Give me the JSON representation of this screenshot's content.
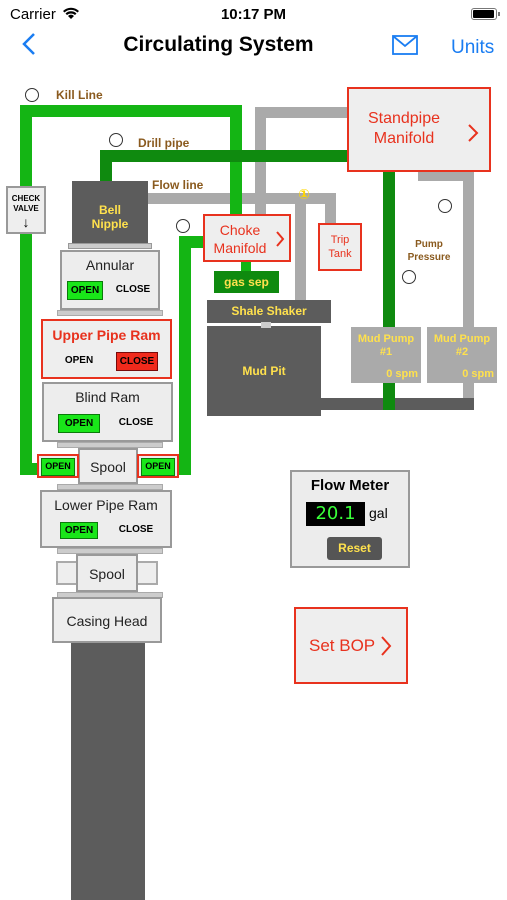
{
  "status_bar": {
    "carrier": "Carrier",
    "time": "10:17 PM"
  },
  "nav": {
    "title": "Circulating System",
    "units": "Units",
    "icons": [
      "back-chevron-icon",
      "mail-icon"
    ]
  },
  "labels": {
    "kill_line": "Kill Line",
    "drill_pipe": "Drill pipe",
    "flow_line": "Flow line",
    "check_valve": "CHECK VALVE",
    "check_arrow": "↓",
    "pump_pressure": "Pump Pressure",
    "circle_one": "①"
  },
  "equipment": {
    "standpipe": "Standpipe Manifold",
    "choke": "Choke Manifold",
    "trip_tank": "Trip Tank",
    "bell_nipple": "Bell Nipple",
    "gas_sep": "gas sep",
    "shale_shaker": "Shale Shaker",
    "mud_pit": "Mud Pit",
    "pump1": {
      "name": "Mud Pump #1",
      "rate": "0 spm"
    },
    "pump2": {
      "name": "Mud Pump #2",
      "rate": "0 spm"
    }
  },
  "bop": {
    "annular": {
      "name": "Annular",
      "open": "OPEN",
      "close": "CLOSE",
      "state": "open"
    },
    "upper_pipe_ram": {
      "name": "Upper Pipe Ram",
      "open": "OPEN",
      "close": "CLOSE",
      "state": "close"
    },
    "blind_ram": {
      "name": "Blind Ram",
      "open": "OPEN",
      "close": "CLOSE",
      "state": "open"
    },
    "spool_top": {
      "name": "Spool",
      "left": "OPEN",
      "right": "OPEN"
    },
    "lower_pipe_ram": {
      "name": "Lower Pipe Ram",
      "open": "OPEN",
      "close": "CLOSE",
      "state": "open"
    },
    "spool_bottom": {
      "name": "Spool"
    },
    "casing_head": {
      "name": "Casing Head"
    }
  },
  "flow_meter": {
    "title": "Flow Meter",
    "value": "20.1",
    "unit": "gal",
    "reset": "Reset"
  },
  "set_bop": {
    "label": "Set BOP"
  },
  "colors": {
    "accent": "#1a7df2",
    "red": "#e8321e",
    "green": "#14b514",
    "display_green": "#39ff39"
  }
}
